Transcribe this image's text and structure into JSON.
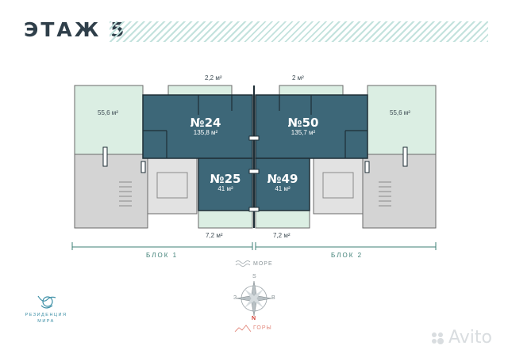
{
  "floor": {
    "title": "ЭТАЖ 5"
  },
  "apartments": [
    {
      "number": "№24",
      "area": "135,8 м²"
    },
    {
      "number": "№50",
      "area": "135,7 м²"
    },
    {
      "number": "№25",
      "area": "41 м²"
    },
    {
      "number": "№49",
      "area": "41 м²"
    }
  ],
  "terraces": {
    "left": "55,6 м²",
    "right": "55,6 м²",
    "top_left": "2,2 м²",
    "top_right": "2 м²",
    "bottom_left": "7,2 м²",
    "bottom_right": "7,2 м²"
  },
  "blocks": [
    "БЛОК 1",
    "БЛОК 2"
  ],
  "compass": {
    "sea": "МОРЕ",
    "mountains": "ГОРЫ",
    "north": "N",
    "south": "S",
    "west": "З",
    "east": "В"
  },
  "logo": {
    "line1": "РЕЗИДЕНЦИЯ",
    "line2": "МИРА"
  },
  "watermark": "Avito",
  "colors": {
    "apartment": "#3d6778",
    "terrace": "#dbeee3",
    "common": "#d4d4d4",
    "accent": "#3e7f76",
    "title": "#2f3f4a"
  }
}
